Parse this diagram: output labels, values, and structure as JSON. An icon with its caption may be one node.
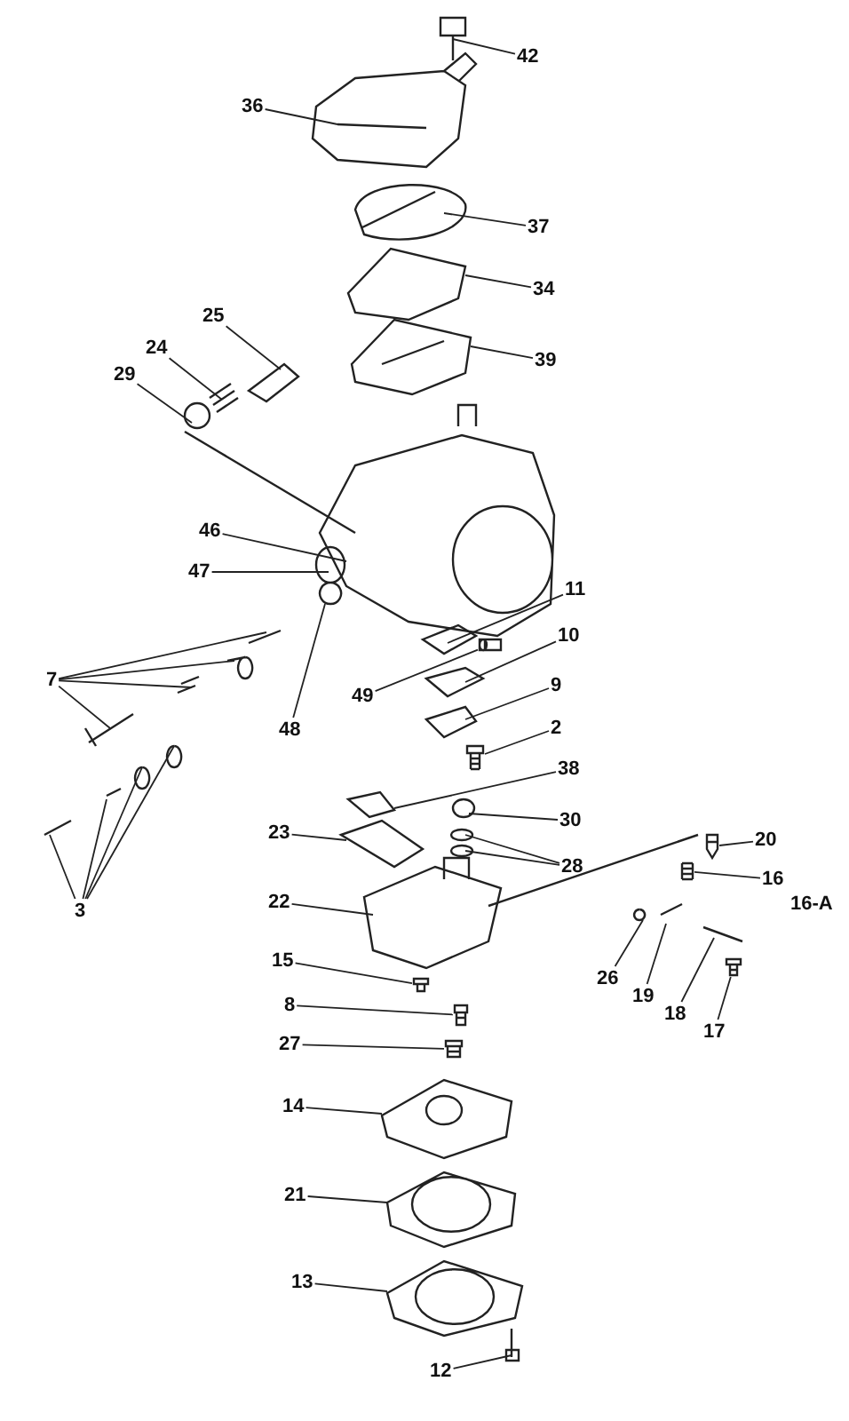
{
  "diagram": {
    "nodes": [
      {
        "text": [
          "42"
        ]
      },
      {
        "text": [
          "36"
        ]
      },
      {
        "text": [
          "37"
        ]
      },
      {
        "text": [
          "34"
        ]
      },
      {
        "text": [
          "39"
        ]
      },
      {
        "text": [
          "25"
        ]
      },
      {
        "text": [
          "24"
        ]
      },
      {
        "text": [
          "29"
        ]
      },
      {
        "text": [
          "46"
        ]
      },
      {
        "text": [
          "47"
        ]
      },
      {
        "text": [
          "11"
        ]
      },
      {
        "text": [
          "10"
        ]
      },
      {
        "text": [
          "49"
        ]
      },
      {
        "text": [
          "7"
        ]
      },
      {
        "text": [
          "48"
        ]
      },
      {
        "text": [
          "9"
        ]
      },
      {
        "text": [
          "2"
        ]
      },
      {
        "text": [
          "38"
        ]
      },
      {
        "text": [
          "30"
        ]
      },
      {
        "text": [
          "23"
        ]
      },
      {
        "text": [
          "28"
        ]
      },
      {
        "text": [
          "20"
        ]
      },
      {
        "text": [
          "16"
        ]
      },
      {
        "text": [
          "22"
        ]
      },
      {
        "text": [
          "3"
        ]
      },
      {
        "text": [
          "26"
        ]
      },
      {
        "text": [
          "19"
        ]
      },
      {
        "text": [
          "15"
        ]
      },
      {
        "text": [
          "18"
        ]
      },
      {
        "text": [
          "17"
        ]
      },
      {
        "text": [
          "8"
        ]
      },
      {
        "text": [
          "27"
        ]
      },
      {
        "text": [
          "14"
        ]
      },
      {
        "text": [
          "21"
        ]
      },
      {
        "text": [
          "13"
        ]
      },
      {
        "text": [
          "12"
        ]
      },
      {
        "text": [],
        "shape": "picture"
      },
      {
        "text": [],
        "shape": "picture"
      },
      {
        "text": [],
        "shape": "picture"
      },
      {
        "text": [],
        "shape": "picture"
      },
      {
        "text": [],
        "shape": "picture"
      },
      {
        "text": [],
        "shape": "picture"
      },
      {
        "text": [],
        "shape": "picture"
      },
      {
        "text": [],
        "shape": "picture"
      }
    ],
    "edges": [
      {
        "from": 0,
        "to": null,
        "arrow": "none"
      },
      {
        "from": 1,
        "to": null,
        "arrow": "none"
      },
      {
        "from": 2,
        "to": null,
        "arrow": "none"
      },
      {
        "from": 3,
        "to": null,
        "arrow": "none"
      },
      {
        "from": 4,
        "to": null,
        "arrow": "none"
      },
      {
        "from": 5,
        "to": null,
        "arrow": "none"
      },
      {
        "from": 6,
        "to": null,
        "arrow": "none"
      },
      {
        "from": 7,
        "to": null,
        "arrow": "none"
      },
      {
        "from": 8,
        "to": null,
        "arrow": "none"
      },
      {
        "from": 9,
        "to": null,
        "arrow": "none"
      },
      {
        "from": 10,
        "to": null,
        "arrow": "none"
      },
      {
        "from": 11,
        "to": null,
        "arrow": "none"
      },
      {
        "from": 12,
        "to": 36,
        "arrow": "none"
      },
      {
        "from": 13,
        "to": null,
        "arrow": "none"
      },
      {
        "from": 13,
        "to": null,
        "arrow": "none"
      },
      {
        "from": 13,
        "to": null,
        "arrow": "none"
      },
      {
        "from": 13,
        "to": null,
        "arrow": "none"
      },
      {
        "from": 14,
        "to": null,
        "arrow": "none"
      },
      {
        "from": 15,
        "to": null,
        "arrow": "none"
      },
      {
        "from": 16,
        "to": 37,
        "arrow": "none"
      },
      {
        "from": 17,
        "to": null,
        "arrow": "none"
      },
      {
        "from": 18,
        "to": null,
        "arrow": "none"
      },
      {
        "from": 19,
        "to": null,
        "arrow": "none"
      },
      {
        "from": 20,
        "to": null,
        "arrow": "none"
      },
      {
        "from": 20,
        "to": null,
        "arrow": "none"
      },
      {
        "from": 21,
        "to": 38,
        "arrow": "none"
      },
      {
        "from": 22,
        "to": 39,
        "arrow": "none"
      },
      {
        "from": 23,
        "to": null,
        "arrow": "none"
      },
      {
        "from": 24,
        "to": null,
        "arrow": "none"
      },
      {
        "from": 24,
        "to": null,
        "arrow": "none"
      },
      {
        "from": 24,
        "to": null,
        "arrow": "none"
      },
      {
        "from": 24,
        "to": null,
        "arrow": "none"
      },
      {
        "from": 25,
        "to": null,
        "arrow": "none"
      },
      {
        "from": 26,
        "to": null,
        "arrow": "none"
      },
      {
        "from": 27,
        "to": 40,
        "arrow": "none"
      },
      {
        "from": 28,
        "to": null,
        "arrow": "none"
      },
      {
        "from": 29,
        "to": 41,
        "arrow": "none"
      },
      {
        "from": 30,
        "to": 42,
        "arrow": "none"
      },
      {
        "from": 31,
        "to": 43,
        "arrow": "none"
      },
      {
        "from": 32,
        "to": null,
        "arrow": "none"
      },
      {
        "from": 33,
        "to": null,
        "arrow": "none"
      },
      {
        "from": 34,
        "to": null,
        "arrow": "none"
      },
      {
        "from": 35,
        "to": null,
        "arrow": "none"
      }
    ],
    "labels": [
      "16-A"
    ]
  }
}
